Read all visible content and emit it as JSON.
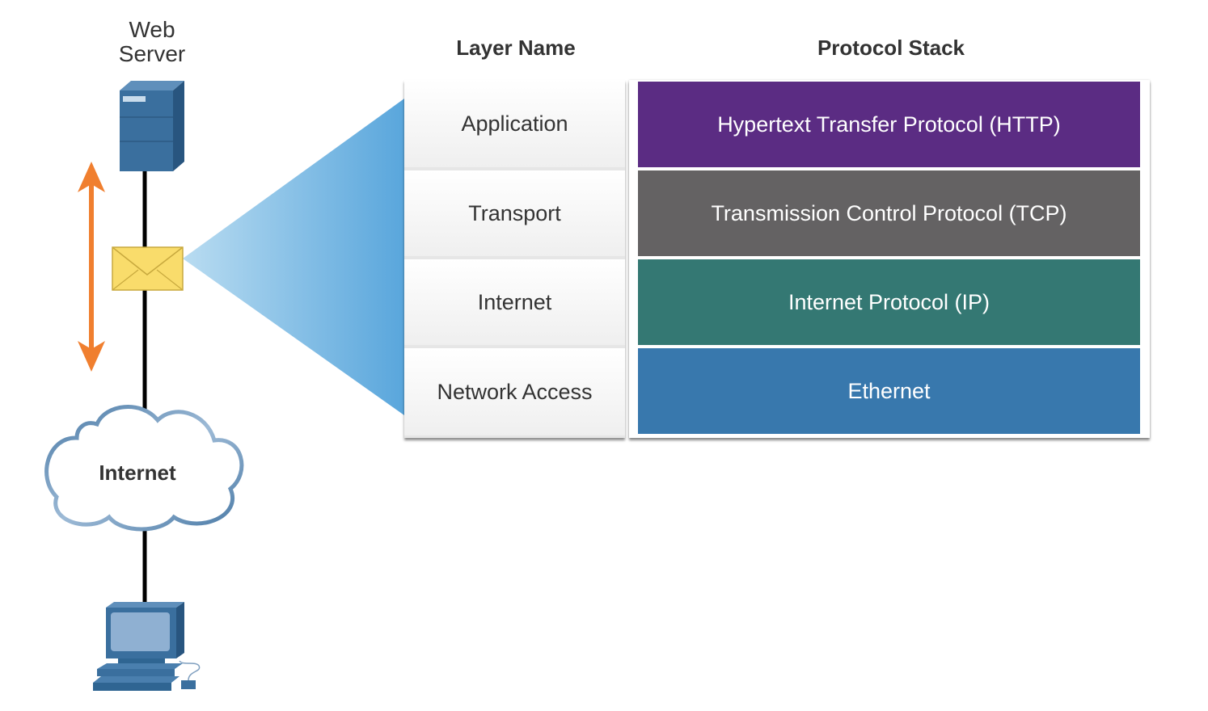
{
  "server": {
    "label_line1": "Web",
    "label_line2": "Server"
  },
  "cloud": {
    "label": "Internet"
  },
  "headers": {
    "layer_name": "Layer Name",
    "protocol_stack": "Protocol Stack"
  },
  "layers": [
    {
      "name": "Application",
      "protocol": "Hypertext Transfer Protocol (HTTP)",
      "color": "#5b2c83"
    },
    {
      "name": "Transport",
      "protocol": "Transmission Control Protocol (TCP)",
      "color": "#646263"
    },
    {
      "name": "Internet",
      "protocol": "Internet Protocol (IP)",
      "color": "#347873"
    },
    {
      "name": "Network Access",
      "protocol": "Ethernet",
      "color": "#3878ad"
    }
  ],
  "colors": {
    "arrow": "#f07f2f",
    "device": "#3a6f9e",
    "envelope": "#f9dc6b",
    "beam": "#5aa7dc"
  },
  "icons": {
    "server": "server-icon",
    "envelope": "envelope-icon",
    "cloud": "cloud-icon",
    "computer": "computer-icon",
    "arrow": "double-arrow-icon"
  }
}
